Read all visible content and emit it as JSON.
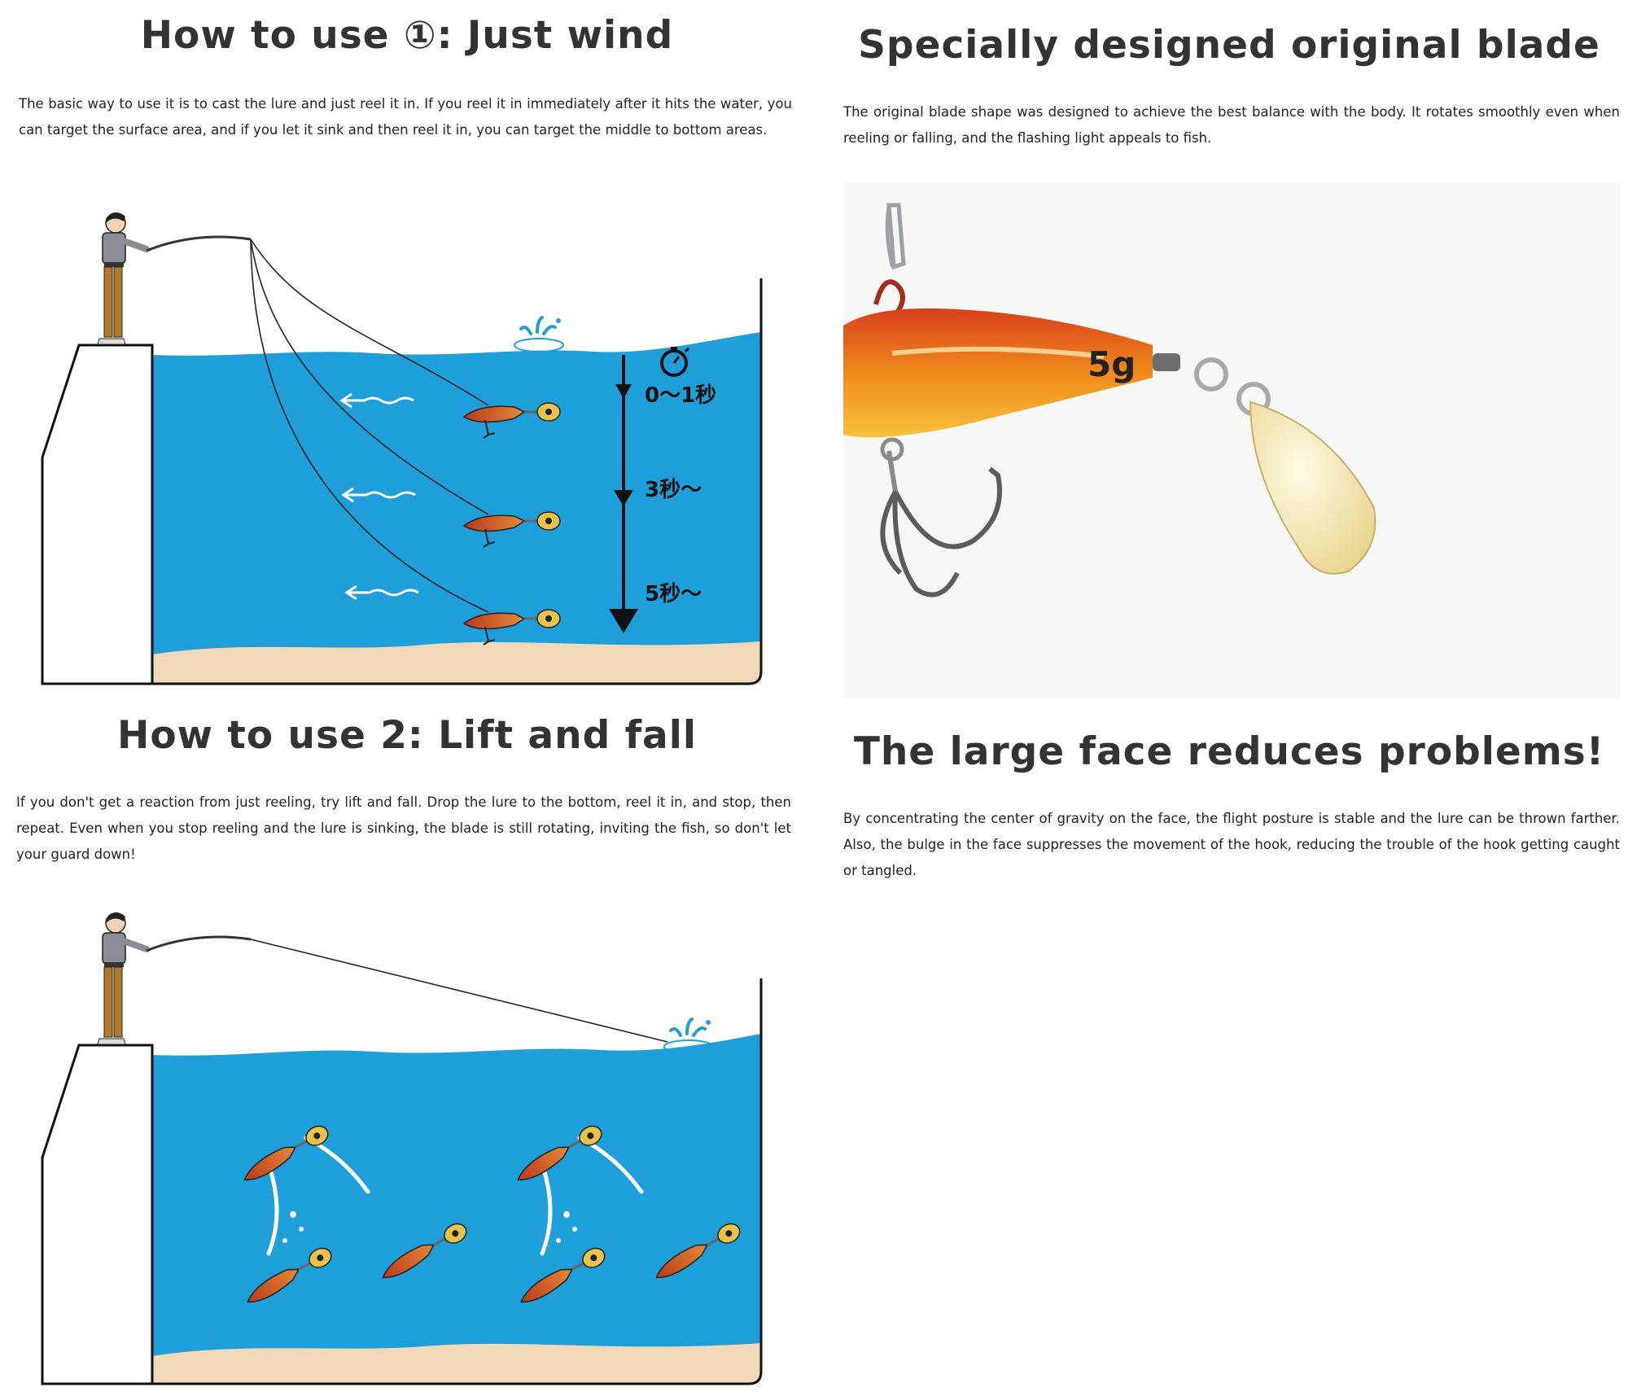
{
  "sections": {
    "just_wind": {
      "title": "How to use ①: Just wind",
      "body": "The basic way to use it is to cast the lure and just reel it in. If you reel it in immediately after it hits the water, you can target the surface area, and if you let it sink and then reel it in, you can target the middle to bottom areas.",
      "depth_marks": [
        "0〜1秒",
        "3秒〜",
        "5秒〜"
      ]
    },
    "blade": {
      "title": "Specially designed original blade",
      "body": "The original blade shape was designed to achieve the best balance with the body. It rotates smoothly even when reeling or falling, and the flashing light appeals to fish.",
      "weight_label": "5g"
    },
    "lift_fall": {
      "title": "How to use 2: Lift and fall",
      "body": "If you don't get a reaction from just reeling, try lift and fall. Drop the lure to the bottom, reel it in, and stop, then repeat. Even when you stop reeling and the lure is sinking, the blade is still rotating, inviting the fish, so don't let your guard down!"
    },
    "large_face": {
      "title": "The large face reduces problems!",
      "body": "By concentrating the center of gravity on the face, the flight posture is stable and the lure can be thrown farther. Also, the bulge in the face suppresses the movement of the hook, reducing the trouble of the hook getting caught or tangled."
    }
  },
  "colors": {
    "water": "#1f9fd9",
    "sand": "#efd9b8",
    "lure_body": "#d9662a",
    "blade_gold": "#f2e7b8",
    "heading": "#333333"
  },
  "icons": [
    "angler-figure",
    "splash-icon",
    "stopwatch-icon",
    "lure-icon",
    "current-arrow-icon"
  ]
}
